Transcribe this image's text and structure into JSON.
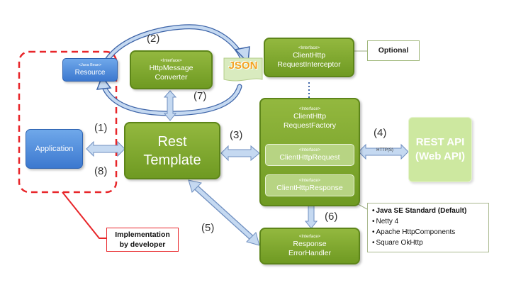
{
  "nodes": {
    "resource": {
      "stereotype": "<Java Bean>",
      "label": "Resource"
    },
    "http_message_converter": {
      "stereotype": "<Interface>",
      "line1": "HttpMessage",
      "line2": "Converter"
    },
    "json_label": "JSON",
    "client_http_request_interceptor": {
      "stereotype": "<Interface>",
      "line1": "ClientHttp",
      "line2": "RequestInterceptor"
    },
    "optional_label": "Optional",
    "application": {
      "label": "Application"
    },
    "rest_template": {
      "line1": "Rest",
      "line2": "Template"
    },
    "client_http_request_factory": {
      "stereotype": "<Interface>",
      "line1": "ClientHttp",
      "line2": "RequestFactory"
    },
    "client_http_request": {
      "stereotype": "<Interface>",
      "label": "ClientHttpRequest"
    },
    "client_http_response": {
      "stereotype": "<Interface>",
      "label": "ClientHttpResponse"
    },
    "rest_api": {
      "line1": "REST API",
      "line2": "(Web API)"
    },
    "http_label": "HTTP(S)",
    "response_error_handler": {
      "stereotype": "<Interface>",
      "line1": "Response",
      "line2": "ErrorHandler"
    },
    "implementation_note": {
      "line1": "Implementation",
      "line2": "by developer"
    }
  },
  "step_labels": {
    "s1": "(1)",
    "s2": "(2)",
    "s3": "(3)",
    "s4": "(4)",
    "s5": "(5)",
    "s6": "(6)",
    "s7": "(7)",
    "s8": "(8)"
  },
  "implementations": [
    "Java SE Standard (Default)",
    "Netty 4",
    "Apache HttpComponents",
    "Square OkHttp"
  ],
  "colors": {
    "node_green": "#7ba42b",
    "node_blue": "#4a86d8",
    "rest_api_green": "#cde8a0",
    "arrow_blue": "#c5d9f1",
    "dashed_red": "#e8262a"
  }
}
